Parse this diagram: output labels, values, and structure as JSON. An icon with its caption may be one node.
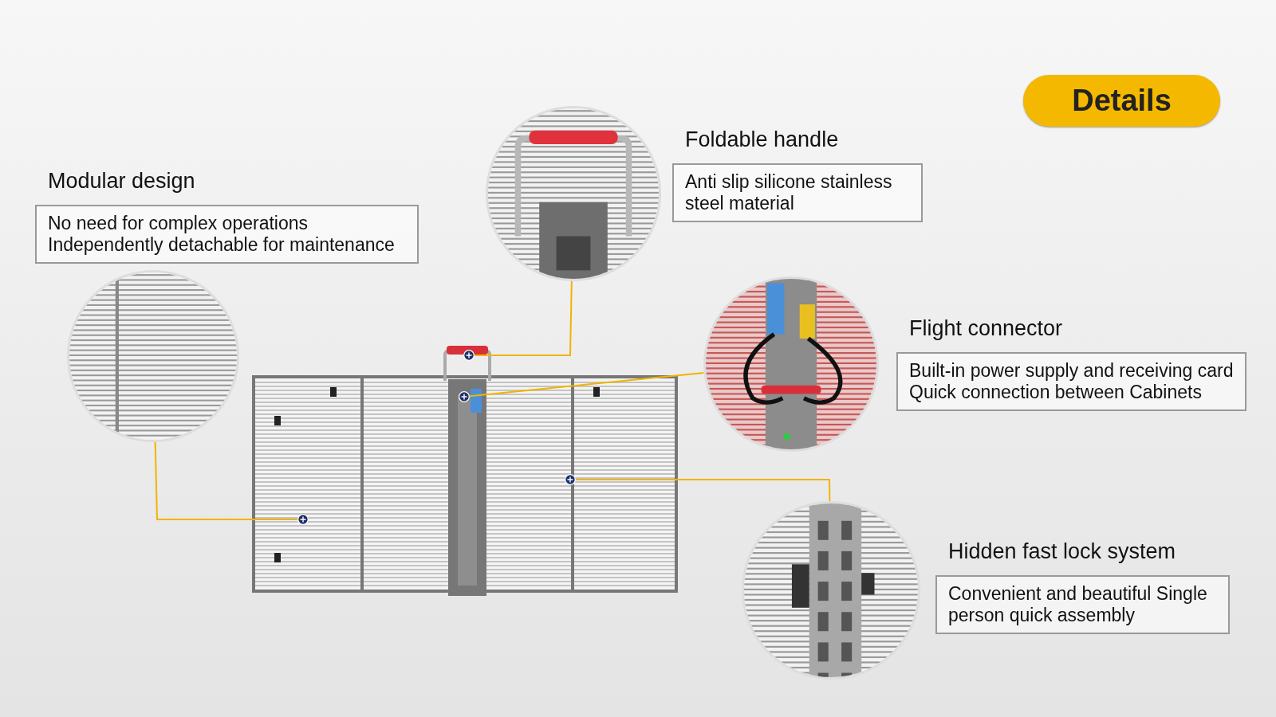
{
  "diagram": {
    "nodes": [
      {
        "text": [
          "Details"
        ]
      },
      {
        "text": [
          "Modular design",
          "No need for complex operations Independently detachable for maintenance"
        ]
      },
      {
        "text": [],
        "shape": "picture"
      },
      {
        "text": [],
        "shape": "picture"
      },
      {
        "text": [
          "Foldable handle",
          "Anti slip silicone stainless steel material"
        ]
      },
      {
        "text": [],
        "shape": "picture"
      },
      {
        "text": [
          "Flight connector",
          "Built-in power supply and receiving card Quick connection between Cabinets"
        ]
      },
      {
        "text": [],
        "shape": "picture"
      },
      {
        "text": [
          "Hidden fast lock system",
          "Convenient and beautiful Single person quick assembly"
        ]
      },
      {
        "text": [],
        "shape": "circle"
      },
      {
        "text": [],
        "shape": "circle"
      },
      {
        "text": [],
        "shape": "circle"
      },
      {
        "text": [],
        "shape": "circle"
      }
    ],
    "edges": [
      {
        "from": 2,
        "to": 9,
        "arrow": "none"
      },
      {
        "from": 3,
        "to": 10,
        "arrow": "none"
      },
      {
        "from": 5,
        "to": 11,
        "arrow": "none"
      },
      {
        "from": 7,
        "to": 12,
        "arrow": "none"
      }
    ]
  }
}
